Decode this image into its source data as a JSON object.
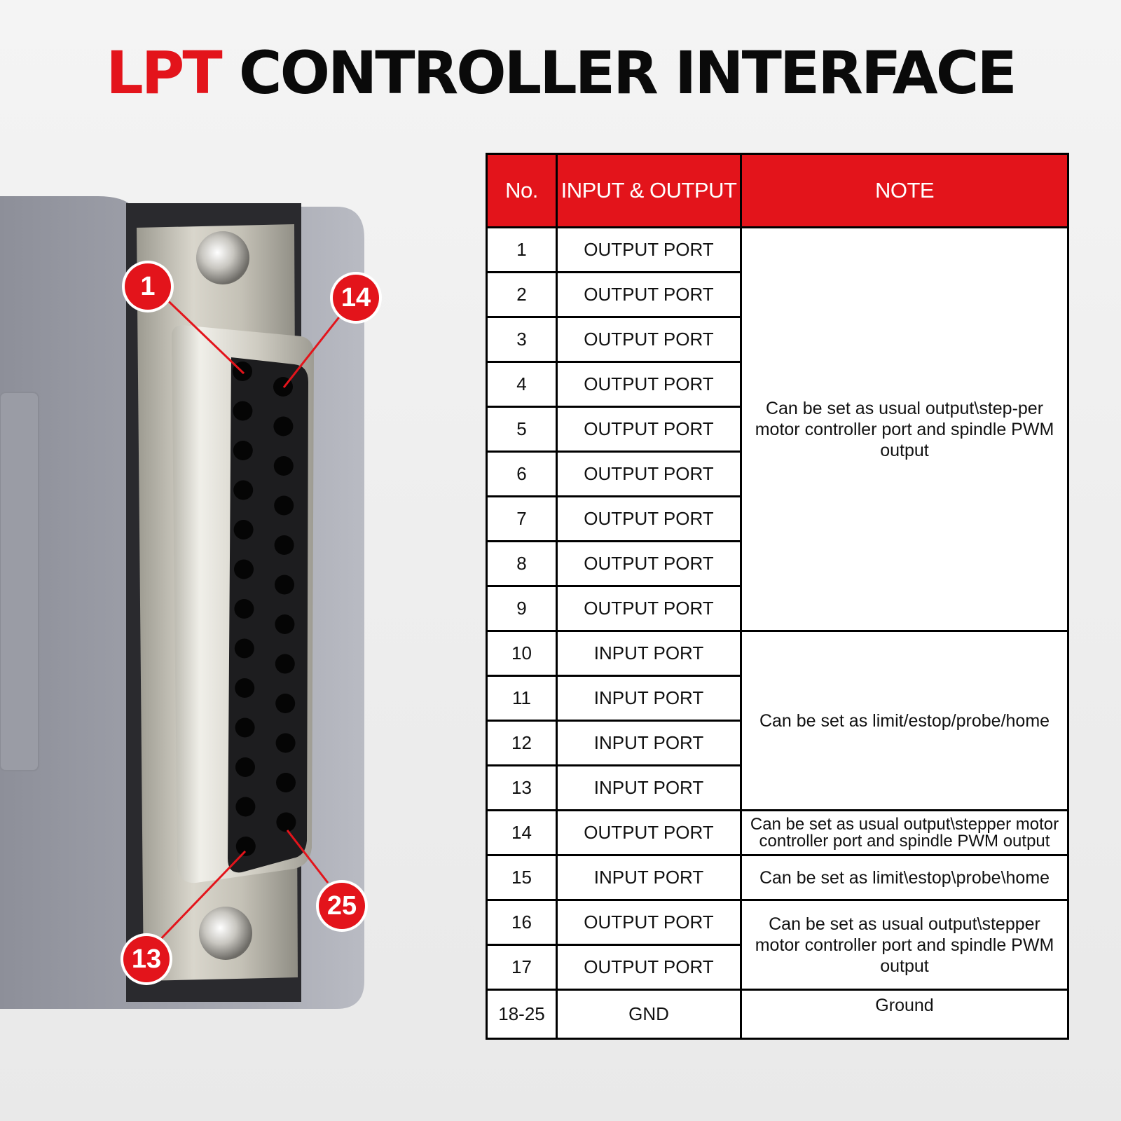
{
  "title": {
    "part1": "LPT",
    "part2": "CONTROLLER INTERFACE"
  },
  "colors": {
    "accent": "#e3141b",
    "text": "#0a0a0a"
  },
  "badges": [
    "1",
    "14",
    "13",
    "25"
  ],
  "table": {
    "headers": {
      "no": "No.",
      "io": "INPUT & OUTPUT",
      "note": "NOTE"
    },
    "rows": [
      {
        "no": "1",
        "io": "OUTPUT PORT"
      },
      {
        "no": "2",
        "io": "OUTPUT PORT"
      },
      {
        "no": "3",
        "io": "OUTPUT PORT"
      },
      {
        "no": "4",
        "io": "OUTPUT PORT"
      },
      {
        "no": "5",
        "io": "OUTPUT PORT"
      },
      {
        "no": "6",
        "io": "OUTPUT PORT"
      },
      {
        "no": "7",
        "io": "OUTPUT PORT"
      },
      {
        "no": "8",
        "io": "OUTPUT PORT"
      },
      {
        "no": "9",
        "io": "OUTPUT PORT"
      },
      {
        "no": "10",
        "io": "INPUT PORT"
      },
      {
        "no": "11",
        "io": "INPUT PORT"
      },
      {
        "no": "12",
        "io": "INPUT PORT"
      },
      {
        "no": "13",
        "io": "INPUT PORT"
      },
      {
        "no": "14",
        "io": "OUTPUT PORT"
      },
      {
        "no": "15",
        "io": "INPUT PORT"
      },
      {
        "no": "16",
        "io": "OUTPUT PORT"
      },
      {
        "no": "17",
        "io": "OUTPUT PORT"
      },
      {
        "no": "18-25",
        "io": "GND"
      }
    ],
    "notes": {
      "n1_9": "Can be set as usual output\\step-per motor controller port and spindle PWM output",
      "n10_13": "Can be set as limit/estop/probe/home",
      "n14": "Can be set as usual output\\stepper motor controller port and spindle PWM output",
      "n15": "Can be set as limit\\estop\\probe\\home",
      "n16_17": "Can be set as usual output\\stepper motor controller port and spindle PWM output",
      "n18_25": "Ground"
    }
  }
}
